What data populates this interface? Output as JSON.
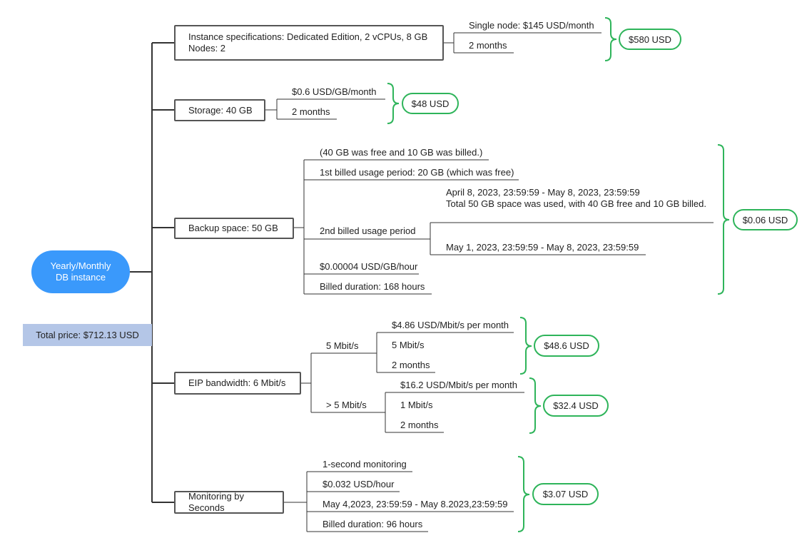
{
  "root": {
    "line1": "Yearly/Monthly",
    "line2": "DB instance"
  },
  "total_price": "Total price: $712.13 USD",
  "instance": {
    "spec_line": "Instance specifications: Dedicated Edition, 2 vCPUs, 8 GB",
    "nodes_line": "Nodes: 2",
    "unit_price": "Single node: $145 USD/month",
    "duration": "2 months",
    "result": "$580 USD"
  },
  "storage": {
    "label": "Storage: 40 GB",
    "unit_price": "$0.6 USD/GB/month",
    "duration": "2 months",
    "result": "$48 USD"
  },
  "backup": {
    "label": "Backup space: 50 GB",
    "note": "(40 GB was free and 10 GB was billed.)",
    "period1": "1st billed usage period: 20 GB (which was free)",
    "period2": "2nd billed usage period",
    "period2_range": "April 8, 2023, 23:59:59 - May 8, 2023, 23:59:59",
    "period2_detail": "Total 50 GB space was used, with 40 GB free and 10 GB billed.",
    "period2_billed_range": "May 1, 2023, 23:59:59 - May 8, 2023, 23:59:59",
    "unit_price": "$0.00004 USD/GB/hour",
    "duration": "Billed duration: 168 hours",
    "result": "$0.06 USD"
  },
  "eip": {
    "label": "EIP bandwidth: 6 Mbit/s",
    "tier1": {
      "label": "5 Mbit/s",
      "unit_price": "$4.86 USD/Mbit/s per month",
      "amount": "5 Mbit/s",
      "duration": "2 months",
      "result": "$48.6 USD"
    },
    "tier2": {
      "label": "> 5 Mbit/s",
      "unit_price": "$16.2 USD/Mbit/s per month",
      "amount": "1 Mbit/s",
      "duration": "2 months",
      "result": "$32.4 USD"
    }
  },
  "monitoring": {
    "label": "Monitoring by Seconds",
    "type": "1-second monitoring",
    "unit_price": "$0.032 USD/hour",
    "range": "May 4,2023, 23:59:59 - May 8.2023,23:59:59",
    "duration": "Billed duration: 96 hours",
    "result": "$3.07 USD"
  },
  "colors": {
    "root_fill": "#3a99fb",
    "total_fill": "#b4c6e7",
    "brace": "#2eb45a",
    "line": "#333333"
  }
}
